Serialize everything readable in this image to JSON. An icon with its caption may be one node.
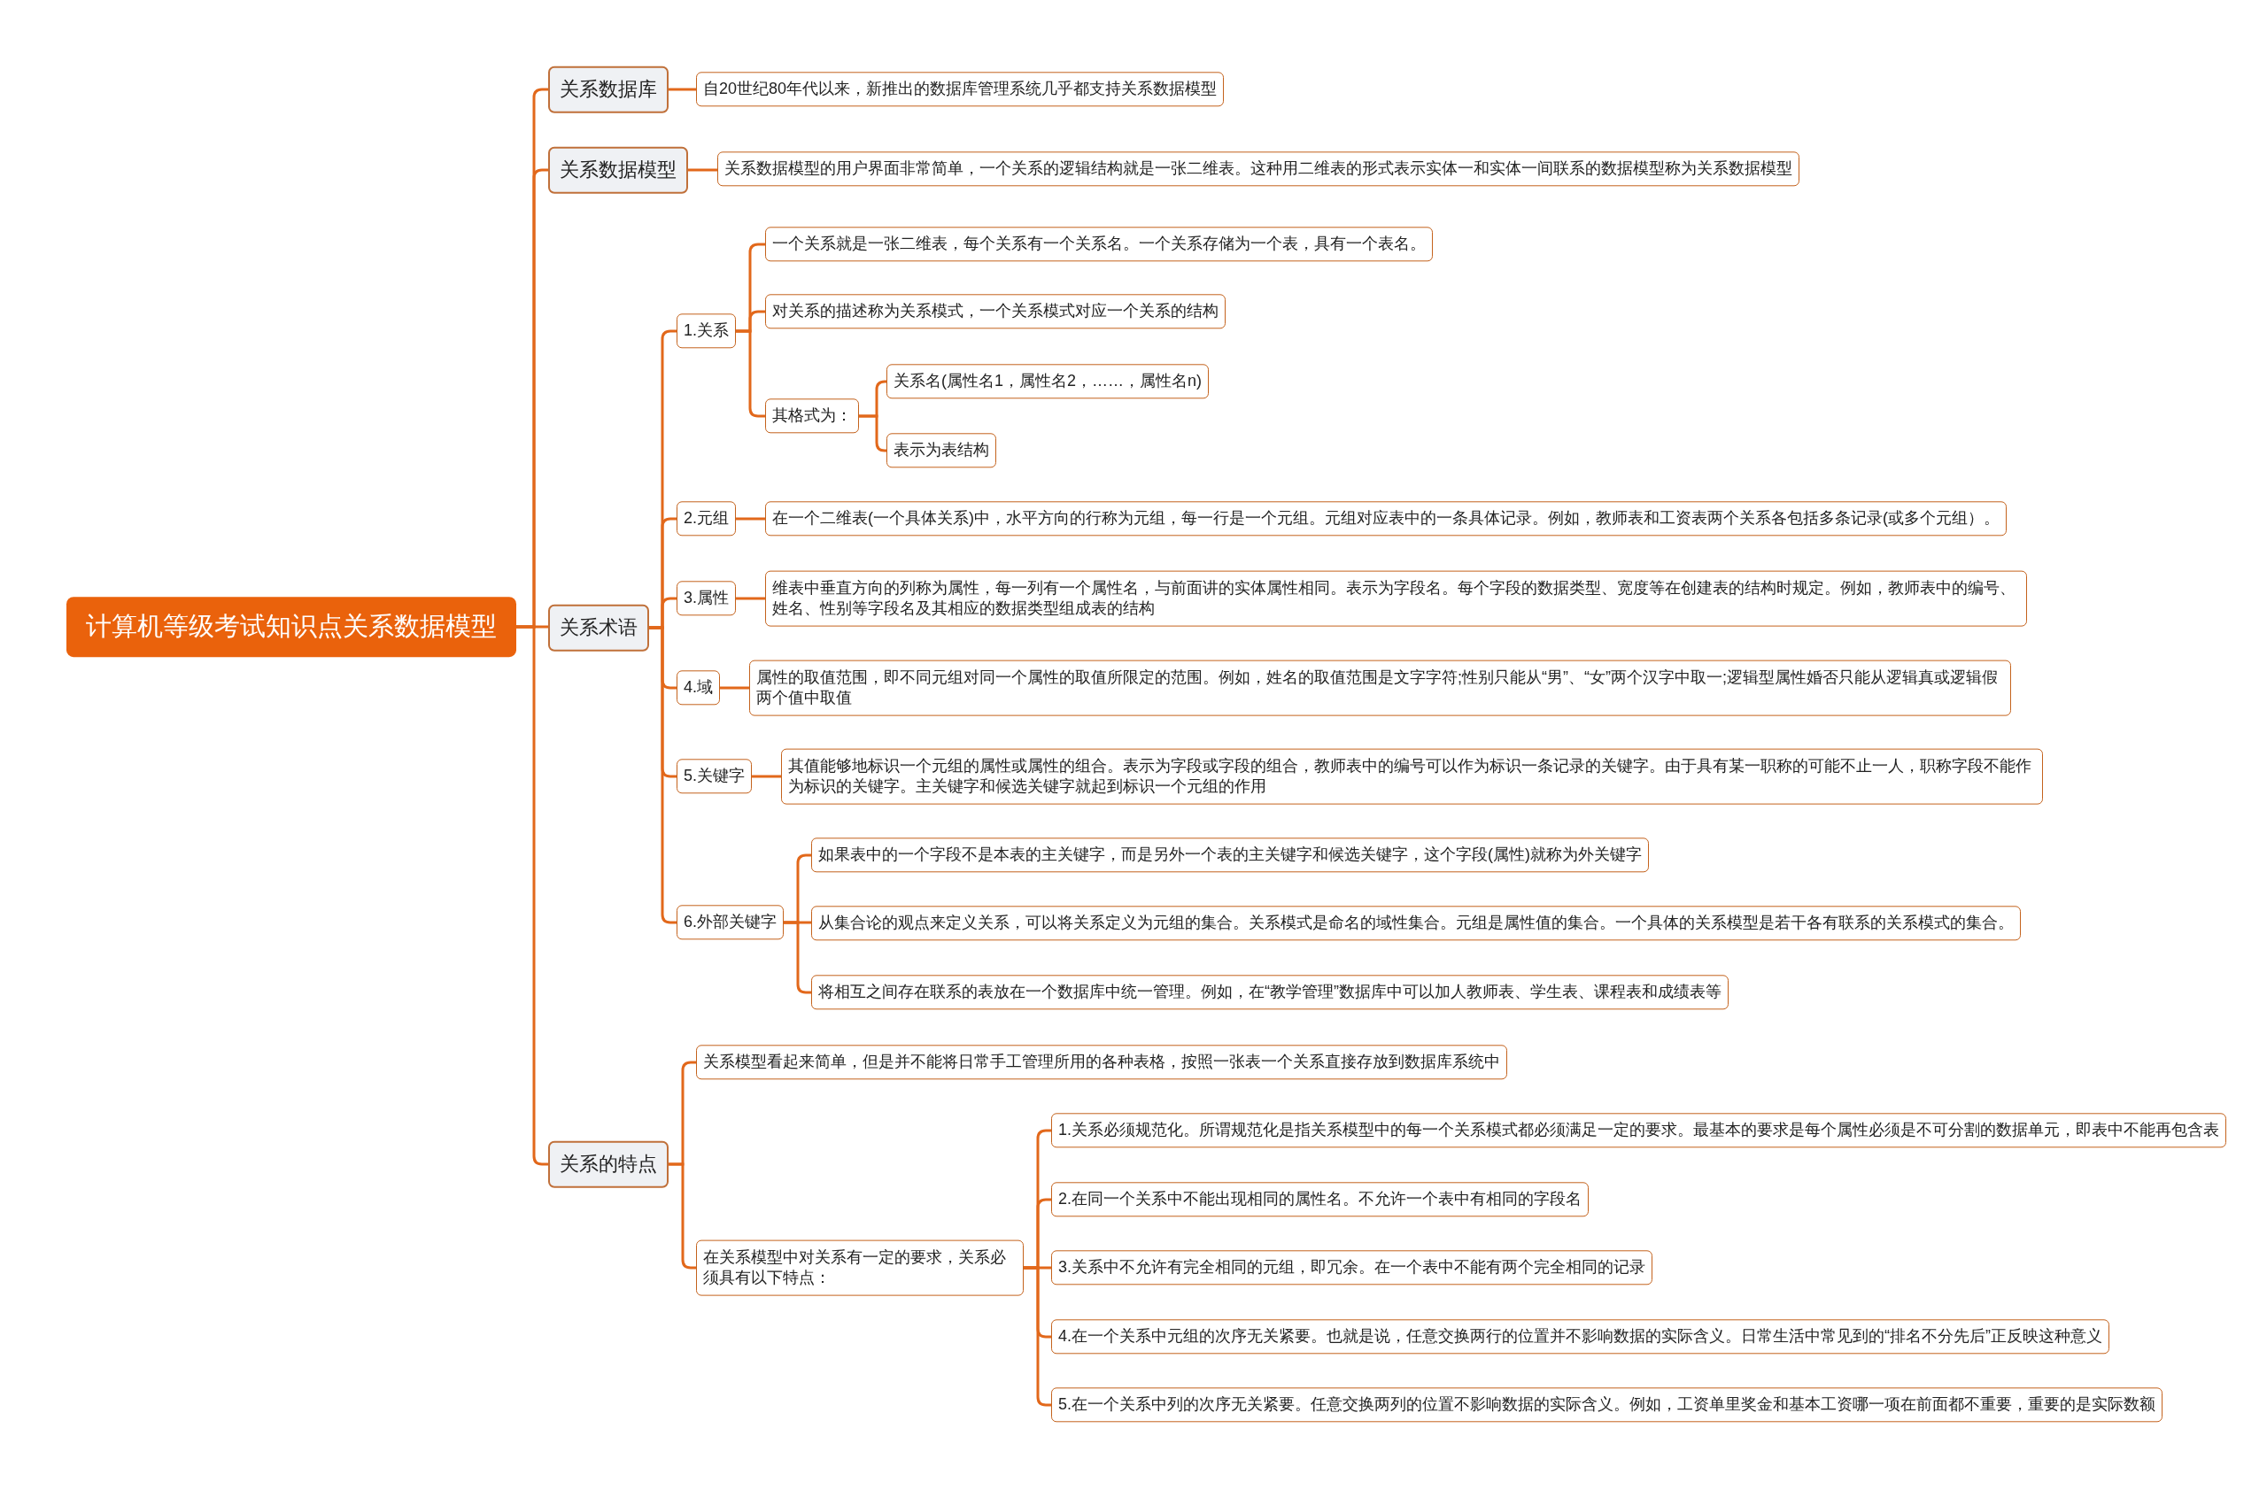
{
  "diagram": {
    "nodes": [
      {
        "text": [
          "计算机等级考试知识点关系数据模型"
        ]
      },
      {
        "text": [
          "关系数据库"
        ]
      },
      {
        "text": [
          "自20世纪80年代以来，新推出的数据库管理系统几乎都支持关系数据模型"
        ]
      },
      {
        "text": [
          "关系数据模型"
        ]
      },
      {
        "text": [
          "关系数据模型的用户界面非常简单，一个关系的逻辑结构就是一张二维表。这种用二维表的形式表示实体一和实体一间联系的数据模型称为关系数据模型"
        ]
      },
      {
        "text": [
          "关系术语"
        ]
      },
      {
        "text": [
          "1.关系"
        ]
      },
      {
        "text": [
          "一个关系就是一张二维表，每个关系有一个关系名。一个关系存储为一个表，具有一个表名。"
        ]
      },
      {
        "text": [
          "对关系的描述称为关系模式，一个关系模式对应一个关系的结构"
        ]
      },
      {
        "text": [
          "其格式为："
        ]
      },
      {
        "text": [
          "关系名(属性名1，属性名2，……，属性名n)"
        ]
      },
      {
        "text": [
          "表示为表结构"
        ]
      },
      {
        "text": [
          "2.元组"
        ]
      },
      {
        "text": [
          "在一个二维表(一个具体关系)中，水平方向的行称为元组，每一行是一个元组。元组对应表中的一条具体记录。例如，教师表和工资表两个关系各包括多条记录(或多个元组）。"
        ]
      },
      {
        "text": [
          "3.属性"
        ]
      },
      {
        "text": [
          "维表中垂直方向的列称为属性，每一列有一个属性名，与前面讲的实体属性相同。表示为字段名。每个字段的数据类型、宽度等在创建表的结构时规定。例如，教师表中的编号、姓名、性别等字段名及其相应的数据类型组成表的结构"
        ]
      },
      {
        "text": [
          "4.域"
        ]
      },
      {
        "text": [
          "属性的取值范围，即不同元组对同一个属性的取值所限定的范围。例如，姓名的取值范围是文字字符;性别只能从“男”、“女”两个汉字中取一;逻辑型属性婚否只能从逻辑真或逻辑假两个值中取值"
        ]
      },
      {
        "text": [
          "5.关键字"
        ]
      },
      {
        "text": [
          "其值能够地标识一个元组的属性或属性的组合。表示为字段或字段的组合，教师表中的编号可以作为标识一条记录的关键字。由于具有某一职称的可能不止一人，职称字段不能作为标识的关键字。主关键字和候选关键字就起到标识一个元组的作用"
        ]
      },
      {
        "text": [
          "6.外部关键字"
        ]
      },
      {
        "text": [
          "如果表中的一个字段不是本表的主关键字，而是另外一个表的主关键字和候选关键字，这个字段(属性)就称为外关键字"
        ]
      },
      {
        "text": [
          "从集合论的观点来定义关系，可以将关系定义为元组的集合。关系模式是命名的域性集合。元组是属性值的集合。一个具体的关系模型是若干各有联系的关系模式的集合。"
        ]
      },
      {
        "text": [
          "将相互之间存在联系的表放在一个数据库中统一管理。例如，在“教学管理”数据库中可以加人教师表、学生表、课程表和成绩表等"
        ]
      },
      {
        "text": [
          "关系的特点"
        ]
      },
      {
        "text": [
          "关系模型看起来简单，但是并不能将日常手工管理所用的各种表格，按照一张表一个关系直接存放到数据库系统中"
        ]
      },
      {
        "text": [
          "在关系模型中对关系有一定的要求，关系必须具有以下特点："
        ]
      },
      {
        "text": [
          "1.关系必须规范化。所谓规范化是指关系模型中的每一个关系模式都必须满足一定的要求。最基本的要求是每个属性必须是不可分割的数据单元，即表中不能再包含表"
        ]
      },
      {
        "text": [
          "2.在同一个关系中不能出现相同的属性名。不允许一个表中有相同的字段名"
        ]
      },
      {
        "text": [
          "3.关系中不允许有完全相同的元组，即冗余。在一个表中不能有两个完全相同的记录"
        ]
      },
      {
        "text": [
          "4.在一个关系中元组的次序无关紧要。也就是说，任意交换两行的位置并不影响数据的实际含义。日常生活中常见到的“排名不分先后”正反映这种意义"
        ]
      },
      {
        "text": [
          "5.在一个关系中列的次序无关紧要。任意交换两列的位置不影响数据的实际含义。例如，工资单里奖金和基本工资哪一项在前面都不重要，重要的是实际数额"
        ]
      }
    ],
    "edges": [
      {
        "from": 0,
        "to": 1,
        "arrow": "none"
      },
      {
        "from": 0,
        "to": 3,
        "arrow": "none"
      },
      {
        "from": 0,
        "to": 5,
        "arrow": "none"
      },
      {
        "from": 0,
        "to": 24,
        "arrow": "none"
      },
      {
        "from": 1,
        "to": 2,
        "arrow": "none"
      },
      {
        "from": 3,
        "to": 4,
        "arrow": "none"
      },
      {
        "from": 5,
        "to": 6,
        "arrow": "none"
      },
      {
        "from": 5,
        "to": 12,
        "arrow": "none"
      },
      {
        "from": 5,
        "to": 14,
        "arrow": "none"
      },
      {
        "from": 5,
        "to": 16,
        "arrow": "none"
      },
      {
        "from": 5,
        "to": 18,
        "arrow": "none"
      },
      {
        "from": 5,
        "to": 20,
        "arrow": "none"
      },
      {
        "from": 6,
        "to": 7,
        "arrow": "none"
      },
      {
        "from": 6,
        "to": 8,
        "arrow": "none"
      },
      {
        "from": 6,
        "to": 9,
        "arrow": "none"
      },
      {
        "from": 9,
        "to": 10,
        "arrow": "none"
      },
      {
        "from": 9,
        "to": 11,
        "arrow": "none"
      },
      {
        "from": 12,
        "to": 13,
        "arrow": "none"
      },
      {
        "from": 14,
        "to": 15,
        "arrow": "none"
      },
      {
        "from": 16,
        "to": 17,
        "arrow": "none"
      },
      {
        "from": 18,
        "to": 19,
        "arrow": "none"
      },
      {
        "from": 20,
        "to": 21,
        "arrow": "none"
      },
      {
        "from": 20,
        "to": 22,
        "arrow": "none"
      },
      {
        "from": 20,
        "to": 23,
        "arrow": "none"
      },
      {
        "from": 24,
        "to": 25,
        "arrow": "none"
      },
      {
        "from": 24,
        "to": 26,
        "arrow": "none"
      },
      {
        "from": 26,
        "to": 27,
        "arrow": "none"
      },
      {
        "from": 26,
        "to": 28,
        "arrow": "none"
      },
      {
        "from": 26,
        "to": 29,
        "arrow": "none"
      },
      {
        "from": 26,
        "to": 30,
        "arrow": "none"
      },
      {
        "from": 26,
        "to": 31,
        "arrow": "none"
      }
    ]
  }
}
